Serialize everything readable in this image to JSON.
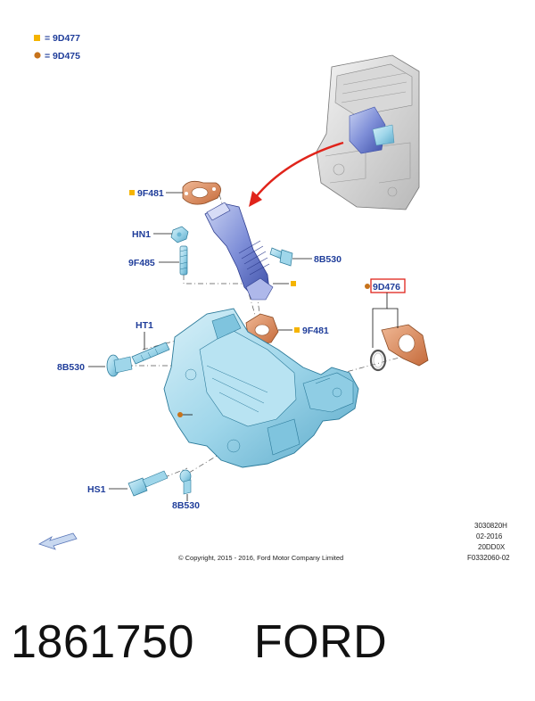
{
  "legend": [
    {
      "marker": "square",
      "color": "#f5b400",
      "text": "= 9D477"
    },
    {
      "marker": "circle",
      "color": "#c7731b",
      "text": "= 9D475"
    }
  ],
  "callouts": {
    "gasket_top": "9F481",
    "nut": "HN1",
    "stud": "9F485",
    "bolt_pipe": "8B530",
    "highlight": "9D476",
    "gasket_mid": "9F481",
    "stud_left": "HT1",
    "bolt_left": "8B530",
    "bolt_bottom_left": "HS1",
    "bolt_bottom": "8B530"
  },
  "meta": {
    "line1": "3030820H",
    "line2": "02-2016",
    "line3": "20DD0X",
    "line4": "F0332060-02"
  },
  "copyright": "© Copyright, 2015 - 2016, Ford Motor Company Limited",
  "footer": {
    "part_number": "1861750",
    "brand": "FORD"
  },
  "colors": {
    "label_blue": "#1f3d9a",
    "part_cyan": "#9fd6ea",
    "gasket_orange": "#d9895a",
    "arrow_red": "#e0241b",
    "highlight_red": "#e0241b"
  }
}
